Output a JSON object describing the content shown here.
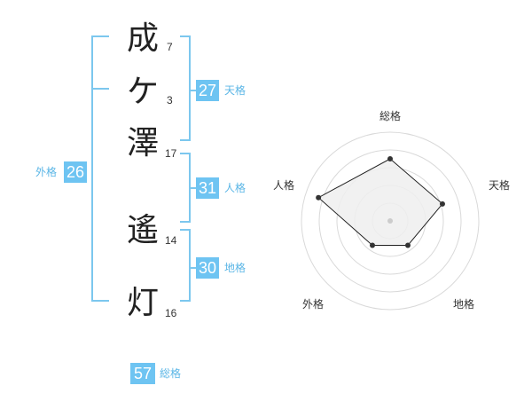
{
  "name": {
    "characters": [
      {
        "char": "成",
        "strokes": "7"
      },
      {
        "char": "ケ",
        "strokes": "3"
      },
      {
        "char": "澤",
        "strokes": "17"
      },
      {
        "char": "遙",
        "strokes": "14"
      },
      {
        "char": "灯",
        "strokes": "16"
      }
    ]
  },
  "fortunes": {
    "tenkaku": {
      "value": "27",
      "label": "天格"
    },
    "jinkaku": {
      "value": "31",
      "label": "人格"
    },
    "chikaku": {
      "value": "30",
      "label": "地格"
    },
    "gaikaku": {
      "value": "26",
      "label": "外格"
    },
    "soukaku": {
      "value": "57",
      "label": "総格"
    }
  },
  "radar": {
    "axes": [
      "総格",
      "天格",
      "地格",
      "外格",
      "人格"
    ],
    "values": [
      0.7,
      0.62,
      0.34,
      0.34,
      0.85
    ],
    "fill": "#eeeeee",
    "line": "#222222",
    "ring": "#d9d9d9",
    "center_dot": "#cccccc"
  },
  "colors": {
    "accent": "#6ec4f2",
    "accent_text": "#5bb6e6",
    "bracket": "#7cc7ee"
  }
}
